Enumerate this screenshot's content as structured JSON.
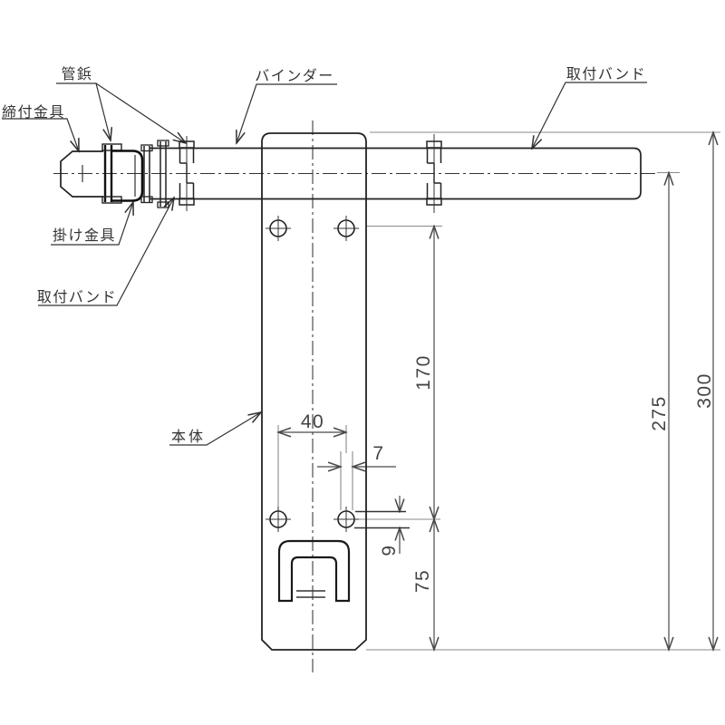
{
  "drawing": {
    "part_labels": {
      "kanbyo": "管鋲",
      "shimetsuke_kanagu": "締付金具",
      "kake_kanagu": "掛け金具",
      "toritsuke_band_left": "取付バンド",
      "binder": "バインダー",
      "toritsuke_band_right": "取付バンド",
      "hontai": "本体"
    },
    "dimensions": {
      "hole_spacing_horizontal": "40",
      "slot_width": "7",
      "slot_height": "9",
      "hole_spacing_vertical": "170",
      "bottom_offset": "75",
      "center_to_bottom": "275",
      "overall_height": "300"
    },
    "line_colors": {
      "outline": "#222222",
      "bold": "#111111",
      "dimension": "#4a4a4a",
      "extension": "#8a8a8a"
    }
  }
}
